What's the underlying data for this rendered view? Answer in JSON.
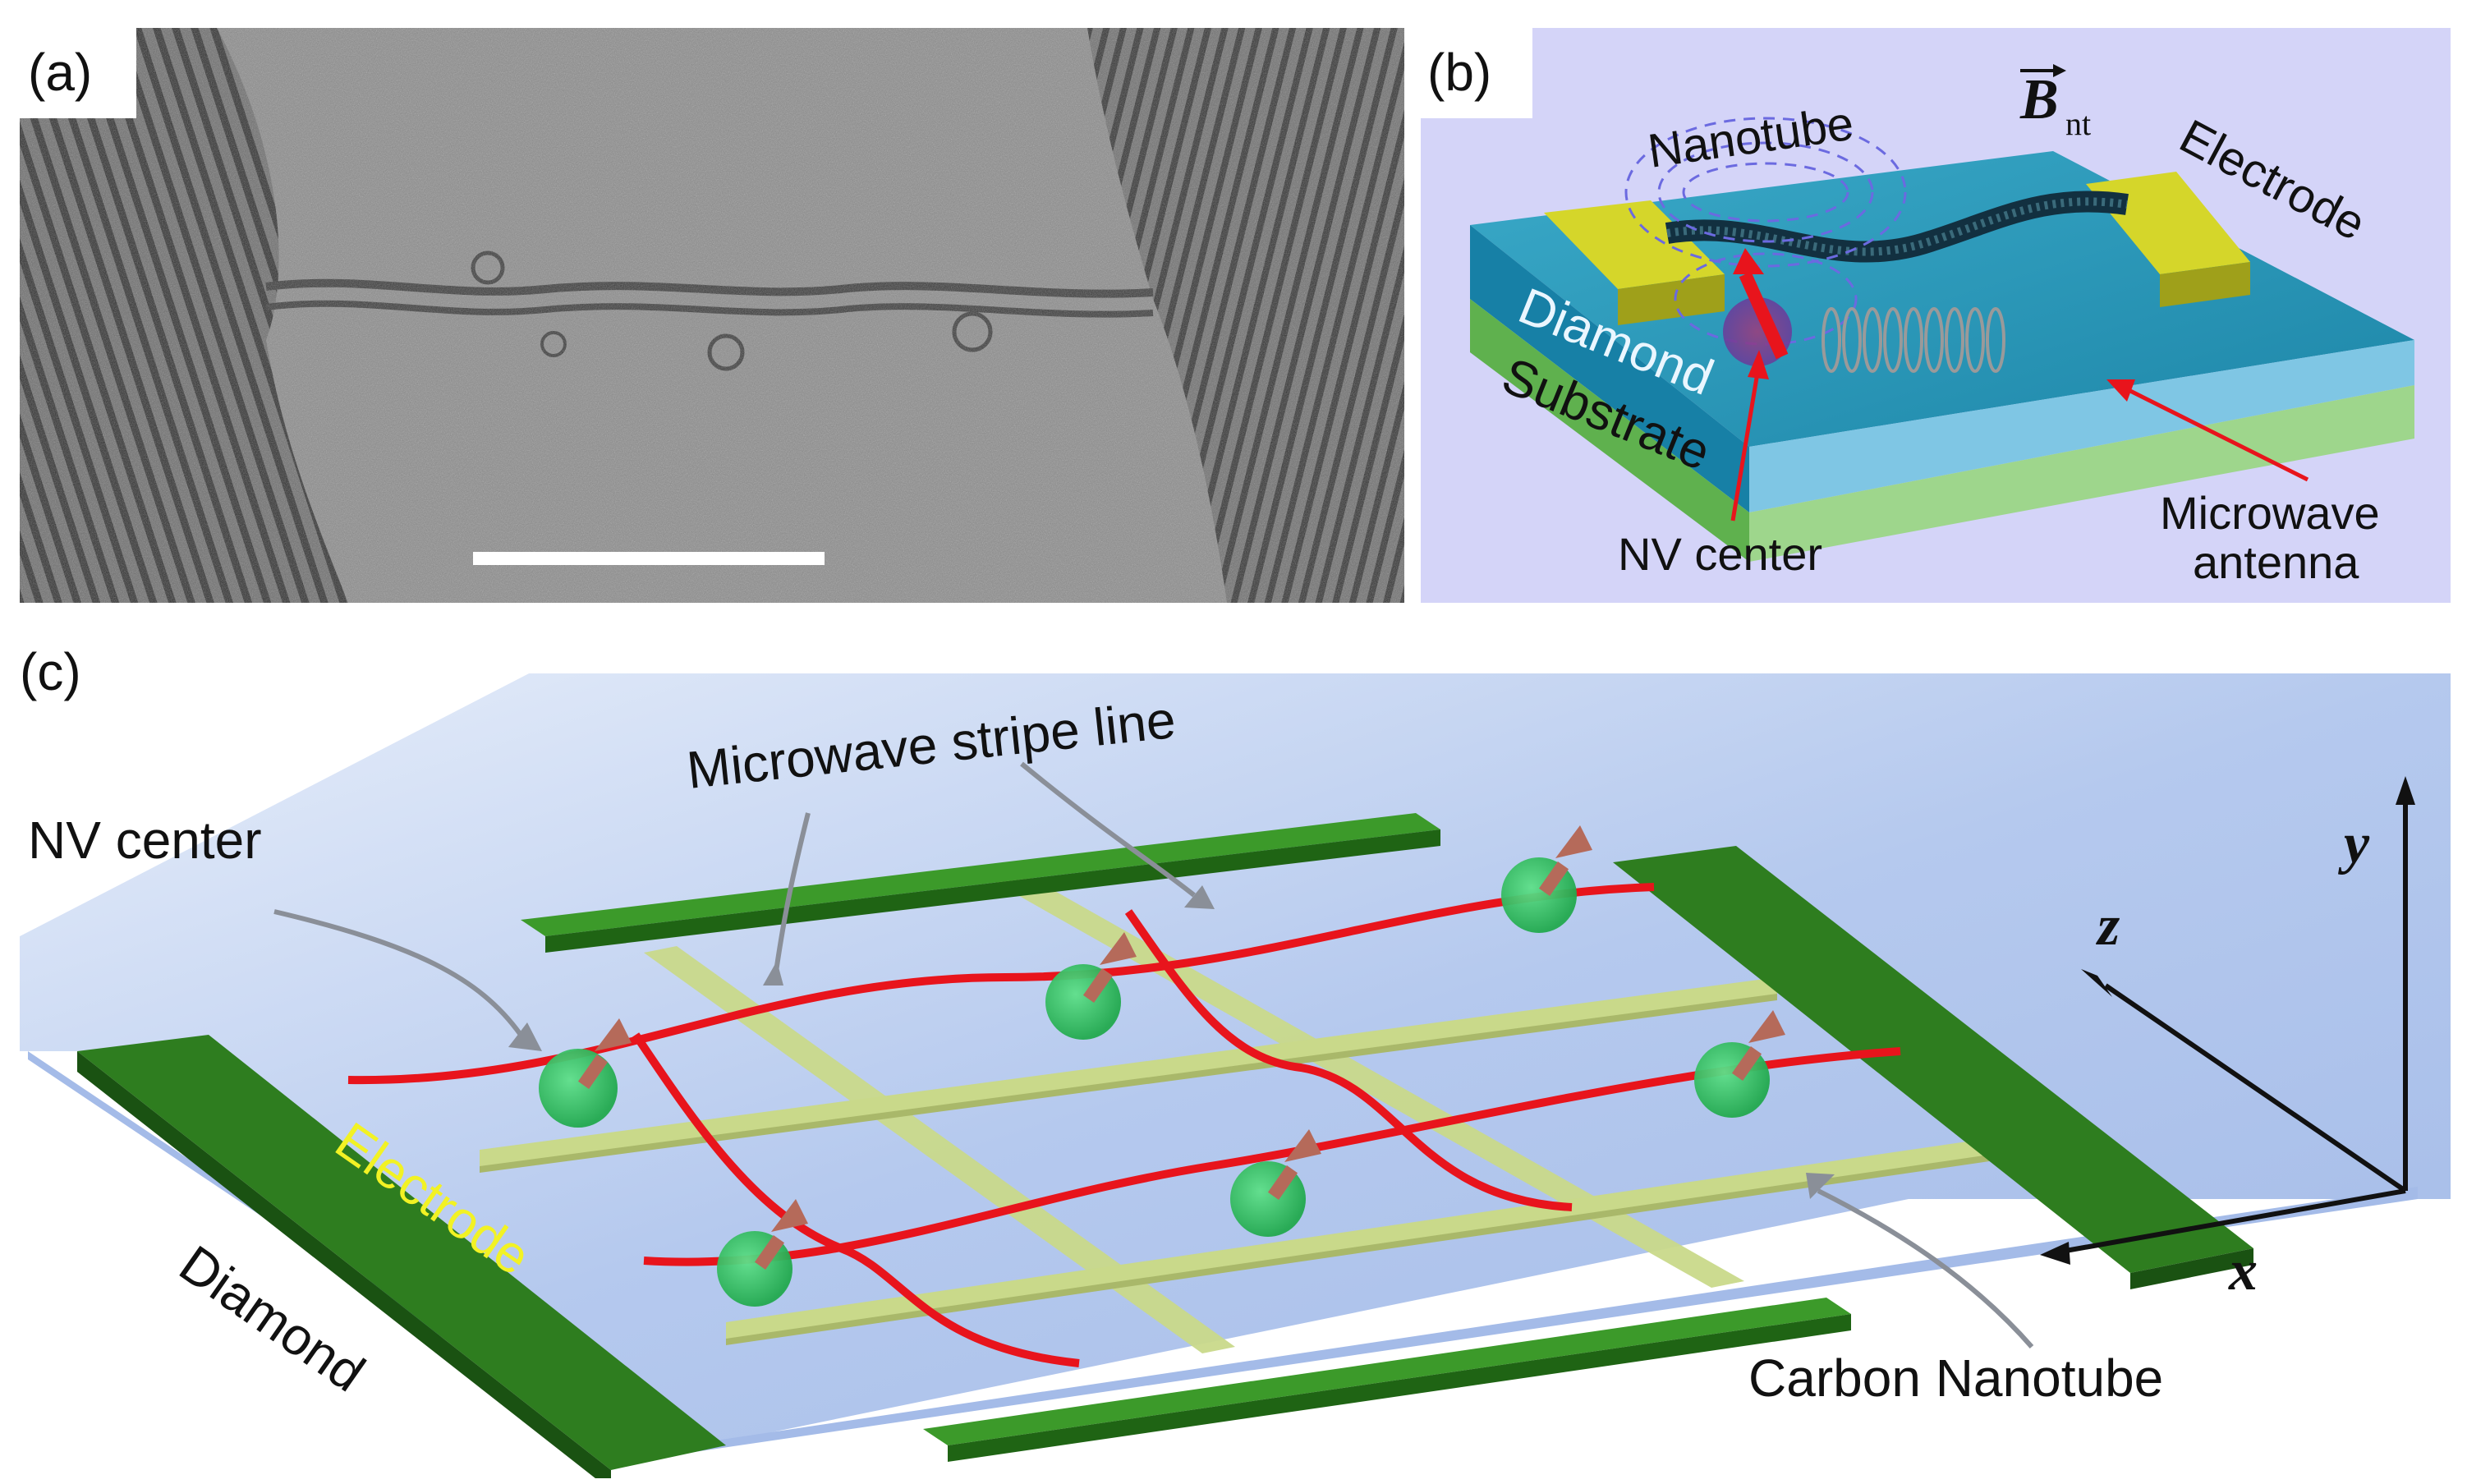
{
  "panel_a": {
    "label": "(a)"
  },
  "panel_b": {
    "label": "(b)",
    "nanotube": "Nanotube",
    "field_symbol": "B",
    "field_subscript": "nt",
    "electrode": "Electrode",
    "diamond": "Diamond",
    "substrate": "Substrate",
    "nv_center": "NV center",
    "microwave_line1": "Microwave",
    "microwave_line2": "antenna"
  },
  "panel_c": {
    "label": "(c)",
    "microwave_stripe_line": "Microwave stripe line",
    "nv_center": "NV center",
    "electrode": "Electrode",
    "diamond": "Diamond",
    "carbon_nanotube": "Carbon Nanotube",
    "axis_y": "y",
    "axis_z": "z",
    "axis_x": "x"
  },
  "colors": {
    "electrode_green": "#2e7d1f",
    "nanotube_red": "#e8141c",
    "nv_green": "#33c46a",
    "stripe_yellow": "#c9d98a",
    "diamond_blue": "#a9c3ea",
    "panel_b_bg": "#d4d4f8"
  }
}
